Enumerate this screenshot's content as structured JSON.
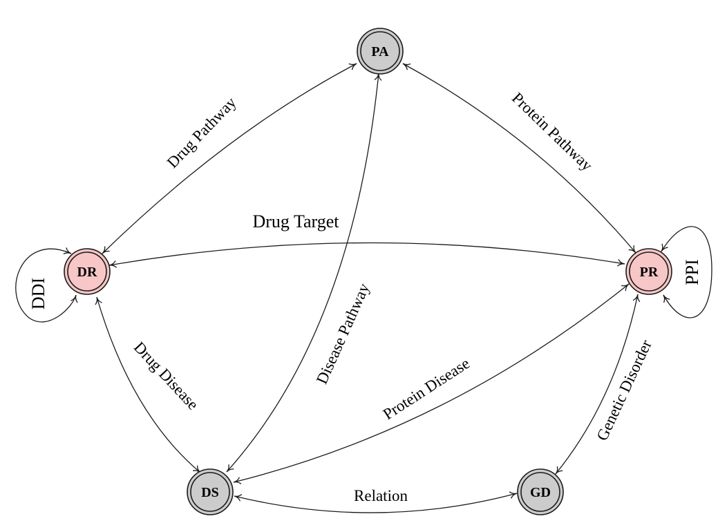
{
  "colors": {
    "protein_drug_node_fill": "#f7c6c6",
    "other_node_fill": "#cccccc",
    "stroke": "#1a1a1a"
  },
  "nodes": {
    "PA": {
      "label": "PA",
      "color": "#cccccc"
    },
    "DR": {
      "label": "DR",
      "color": "#f7c6c6"
    },
    "PR": {
      "label": "PR",
      "color": "#f7c6c6"
    },
    "DS": {
      "label": "DS",
      "color": "#cccccc"
    },
    "GD": {
      "label": "GD",
      "color": "#cccccc"
    }
  },
  "edges": {
    "drug_pathway": {
      "from": "DR",
      "to": "PA",
      "label": "Drug Pathway"
    },
    "protein_pathway": {
      "from": "PA",
      "to": "PR",
      "label": "Protein Pathway"
    },
    "drug_target": {
      "from": "DR",
      "to": "PR",
      "label": "Drug Target"
    },
    "ddi": {
      "from": "DR",
      "to": "DR",
      "label": "DDI"
    },
    "ppi": {
      "from": "PR",
      "to": "PR",
      "label": "PPI"
    },
    "drug_disease": {
      "from": "DR",
      "to": "DS",
      "label": "Drug Disease"
    },
    "disease_pathway": {
      "from": "DS",
      "to": "PA",
      "label": "Disease Pathway"
    },
    "protein_disease": {
      "from": "DS",
      "to": "PR",
      "label": "Protein Disease"
    },
    "genetic_disorder": {
      "from": "PR",
      "to": "GD",
      "label": "Genetic Disorder"
    },
    "relation": {
      "from": "DS",
      "to": "GD",
      "label": "Relation"
    }
  }
}
